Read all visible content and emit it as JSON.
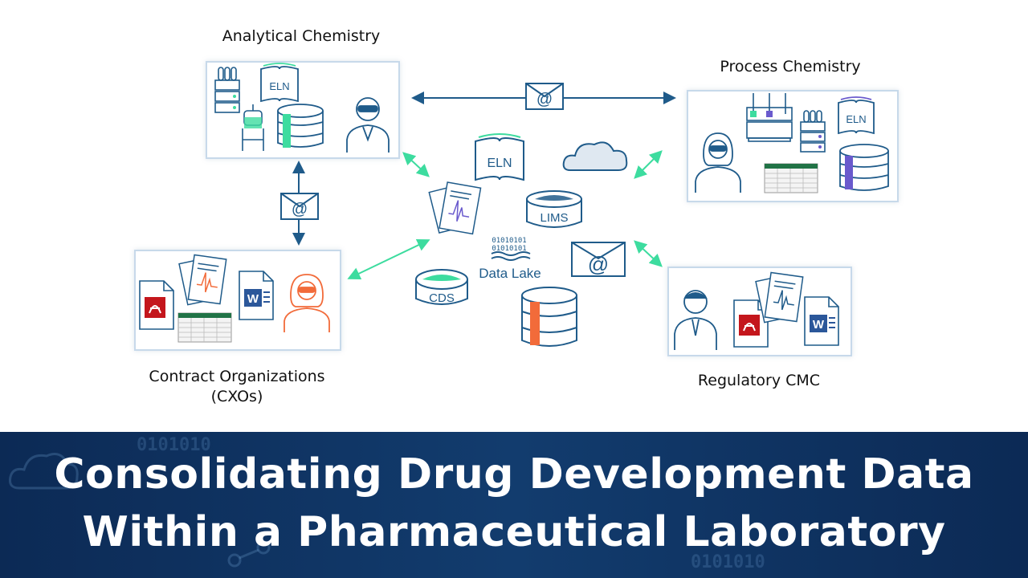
{
  "labels": {
    "analytical": "Analytical Chemistry",
    "process": "Process Chemistry",
    "cxo_line1": "Contract Organizations",
    "cxo_line2": "(CXOs)",
    "regulatory": "Regulatory CMC"
  },
  "hub": {
    "eln": "ELN",
    "lims": "LIMS",
    "cds": "CDS",
    "data_lake": "Data Lake",
    "email_symbol": "@"
  },
  "icons": {
    "eln": "ELN",
    "binary": "01010101",
    "word": "W"
  },
  "banner": {
    "title_line1": "Consolidating Drug Development Data",
    "title_line2": "Within a Pharmaceutical Laboratory",
    "deco_binary": "0101010"
  },
  "colors": {
    "icon_stroke": "#1f5b8a",
    "arrow_teal": "#3ddc9f",
    "arrow_dark": "#1f5b8a",
    "accent_green": "#3ddc9f",
    "accent_purple": "#6a5acd",
    "accent_orange": "#f26b3a",
    "pdf_red": "#c4161c",
    "word_blue": "#2b579a",
    "banner_bg": "#0c2a55"
  }
}
